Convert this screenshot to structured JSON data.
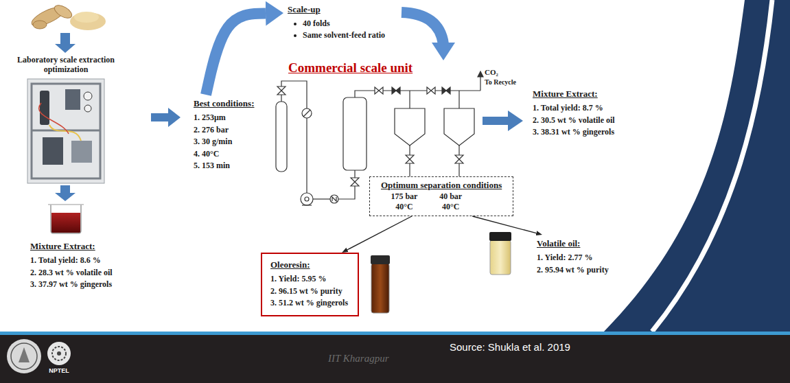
{
  "diagram": {
    "nodes": [
      {
        "text": [
          "Scale-up",
          "40 folds",
          "Same solvent-feed ratio"
        ]
      },
      {
        "text": [
          "Best conditions:",
          "1. 253μm",
          "2. 276 bar",
          "3. 30 g/min",
          "4. 40°C",
          "5. 153 min"
        ]
      },
      {
        "text": [
          "Mixture Extract:",
          "1. Total yield: 8.7 %",
          "2. 30.5 wt % volatile oil",
          "3. 38.31 wt % gingerols"
        ]
      },
      {
        "text": [
          "Optimum separation conditions",
          "175 bar",
          "40°C",
          "40 bar",
          "40°C"
        ]
      },
      {
        "text": [
          "Oleoresin:",
          "1. Yield: 5.95 %",
          "2. 96.15 wt % purity",
          "3. 51.2 wt % gingerols"
        ]
      },
      {
        "text": [
          "Volatile oil:",
          "1. Yield: 2.77 %",
          "2. 95.94 wt % purity"
        ]
      },
      {
        "text": [
          "Mixture Extract:",
          "1. Total yield: 8.6 %",
          "2. 28.3 wt % volatile oil",
          "3. 37.97 wt % gingerols"
        ]
      }
    ],
    "edges": [
      {
        "from": 1,
        "to": 0,
        "arrow": "to"
      },
      {
        "from": 3,
        "to": 4,
        "arrow": "to"
      },
      {
        "from": 3,
        "to": 5,
        "arrow": "to"
      }
    ],
    "labels": [
      "Laboratory scale extraction optimization",
      "Commercial scale unit",
      "CO₂",
      "To Recycle",
      "NPTEL",
      "Source: Shukla et al. 2019",
      "IIT Kharagpur"
    ]
  }
}
